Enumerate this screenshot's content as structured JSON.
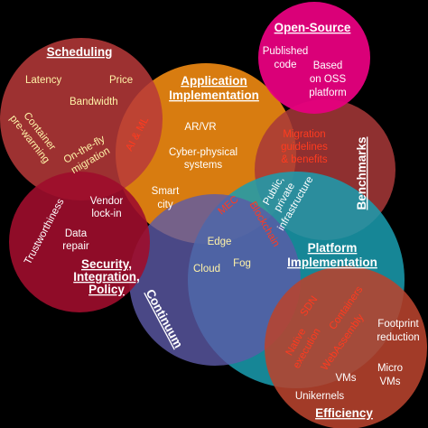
{
  "colors": {
    "scheduling": "#b83a3a",
    "open_source": "#e6007e",
    "application": "#f08a12",
    "benchmarks": "#a83838",
    "security": "#9e0d2c",
    "continuum": "#5d5aa8",
    "platform": "#1a9eb0",
    "efficiency": "#b8432e"
  },
  "groups": {
    "scheduling": {
      "title": "Scheduling",
      "items": [
        "Latency",
        "Price",
        "Bandwidth",
        "Container",
        "pre-warming",
        "On-the-fly",
        "migration",
        "AI & ML"
      ]
    },
    "open_source": {
      "title": "Open-Source",
      "items": [
        "Published",
        "code",
        "Based",
        "on OSS",
        "platform"
      ]
    },
    "application": {
      "title_line1": "Application",
      "title_line2": "Implementation",
      "items": [
        "AR/VR",
        "Cyber-physical",
        "systems",
        "Smart",
        "city",
        "Migration",
        "guidelines",
        "& benefits",
        "Public,",
        "private",
        "infrastructure"
      ]
    },
    "benchmarks": {
      "title": "Benchmarks"
    },
    "security": {
      "title_line1": "Security,",
      "title_line2": "Integration,",
      "title_line3": "Policy",
      "items": [
        "Trustworthiness",
        "Vendor",
        "lock-in",
        "Data",
        "repair"
      ]
    },
    "continuum": {
      "title": "Continuum",
      "items": [
        "MEC",
        "Blockchain",
        "Edge",
        "Cloud",
        "Fog"
      ]
    },
    "platform": {
      "title_line1": "Platform",
      "title_line2": "Implementation"
    },
    "efficiency": {
      "title": "Efficiency",
      "items": [
        "SDN",
        "Containers",
        "Native",
        "execution",
        "WebAssembly",
        "Footprint",
        "reduction",
        "VMs",
        "Micro",
        "VMs",
        "Unikernels"
      ]
    }
  }
}
